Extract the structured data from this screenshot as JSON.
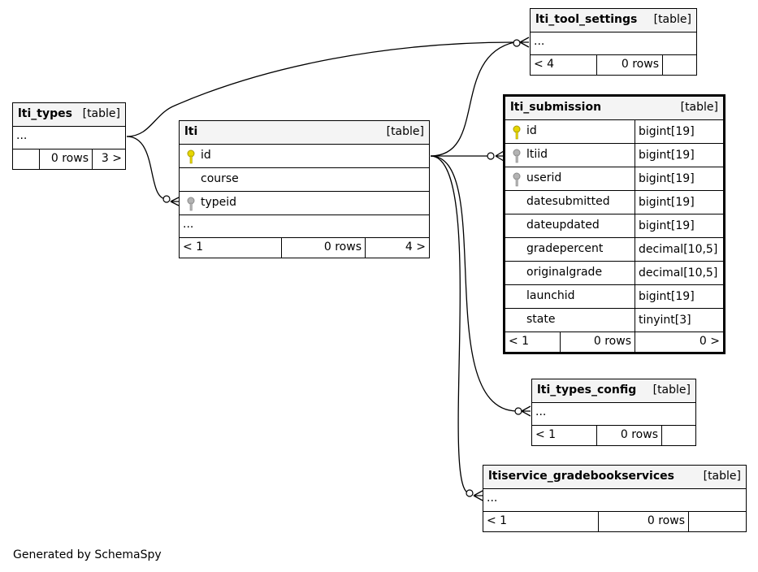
{
  "tables": {
    "lti_types": {
      "name": "lti_types",
      "type_label": "[table]",
      "ellipsis": "...",
      "footer": [
        "",
        "0 rows",
        "3 >"
      ]
    },
    "lti": {
      "name": "lti",
      "type_label": "[table]",
      "columns": [
        {
          "name": "id",
          "key": "primary"
        },
        {
          "name": "course",
          "key": "none"
        },
        {
          "name": "typeid",
          "key": "foreign"
        }
      ],
      "ellipsis": "...",
      "footer": [
        "< 1",
        "0 rows",
        "4 >"
      ]
    },
    "lti_tool_settings": {
      "name": "lti_tool_settings",
      "type_label": "[table]",
      "ellipsis": "...",
      "footer": [
        "< 4",
        "0 rows",
        ""
      ]
    },
    "lti_submission": {
      "name": "lti_submission",
      "type_label": "[table]",
      "columns": [
        {
          "name": "id",
          "type": "bigint[19]",
          "key": "primary"
        },
        {
          "name": "ltiid",
          "type": "bigint[19]",
          "key": "foreign"
        },
        {
          "name": "userid",
          "type": "bigint[19]",
          "key": "foreign"
        },
        {
          "name": "datesubmitted",
          "type": "bigint[19]",
          "key": "none"
        },
        {
          "name": "dateupdated",
          "type": "bigint[19]",
          "key": "none"
        },
        {
          "name": "gradepercent",
          "type": "decimal[10,5]",
          "key": "none"
        },
        {
          "name": "originalgrade",
          "type": "decimal[10,5]",
          "key": "none"
        },
        {
          "name": "launchid",
          "type": "bigint[19]",
          "key": "none"
        },
        {
          "name": "state",
          "type": "tinyint[3]",
          "key": "none"
        }
      ],
      "footer": [
        "< 1",
        "0 rows",
        "0 >"
      ]
    },
    "lti_types_config": {
      "name": "lti_types_config",
      "type_label": "[table]",
      "ellipsis": "...",
      "footer": [
        "< 1",
        "0 rows",
        ""
      ]
    },
    "ltiservice_gradebookservices": {
      "name": "ltiservice_gradebookservices",
      "type_label": "[table]",
      "ellipsis": "...",
      "footer": [
        "< 1",
        "0 rows",
        ""
      ]
    }
  },
  "relationships": [
    {
      "from": "lti_types",
      "to": "lti_tool_settings",
      "cardinality": "zero-or-many"
    },
    {
      "from": "lti_types",
      "to": "lti.typeid",
      "cardinality": "zero-or-many"
    },
    {
      "from": "lti",
      "to": "lti_tool_settings",
      "cardinality": "zero-or-many"
    },
    {
      "from": "lti",
      "to": "lti_submission.ltiid",
      "cardinality": "zero-or-many"
    },
    {
      "from": "lti",
      "to": "lti_types_config",
      "cardinality": "zero-or-many"
    },
    {
      "from": "lti",
      "to": "ltiservice_gradebookservices",
      "cardinality": "zero-or-many"
    }
  ],
  "key_colors": {
    "primary": "#e6d600",
    "foreign": "#b3b3b3"
  },
  "footer_text": "Generated by SchemaSpy"
}
